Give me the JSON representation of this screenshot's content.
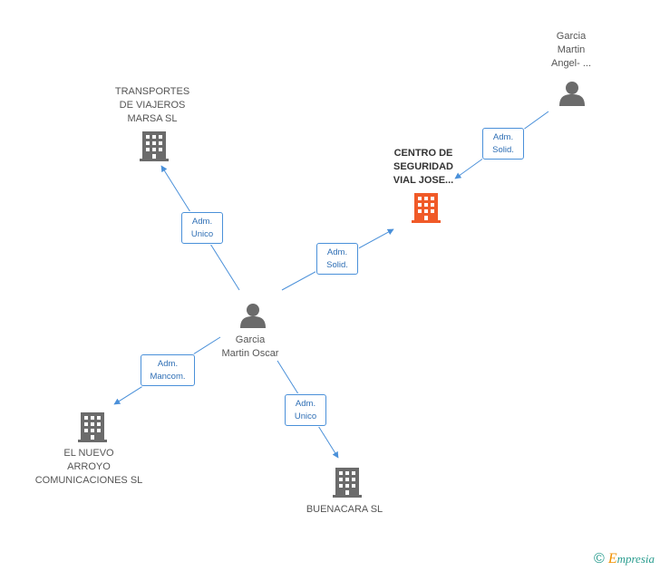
{
  "nodes": {
    "focus": {
      "lines": [
        "CENTRO DE",
        "SEGURIDAD",
        "VIAL JOSE..."
      ]
    },
    "transportes": {
      "lines": [
        "TRANSPORTES",
        "DE VIAJEROS",
        "MARSA SL"
      ]
    },
    "angel": {
      "lines": [
        "Garcia",
        "Martin",
        "Angel- ..."
      ]
    },
    "oscar": {
      "lines": [
        "Garcia",
        "Martin Oscar"
      ]
    },
    "nuevo": {
      "lines": [
        "EL NUEVO",
        "ARROYO",
        "COMUNICACIONES SL"
      ]
    },
    "buenacara": {
      "lines": [
        "BUENACARA  SL"
      ]
    }
  },
  "edges": {
    "angel_focus": {
      "line1": "Adm.",
      "line2": "Solid."
    },
    "oscar_transportes": {
      "line1": "Adm.",
      "line2": "Unico"
    },
    "oscar_focus": {
      "line1": "Adm.",
      "line2": "Solid."
    },
    "oscar_nuevo": {
      "line1": "Adm.",
      "line2": "Mancom."
    },
    "oscar_buenacara": {
      "line1": "Adm.",
      "line2": "Unico"
    }
  },
  "footer": {
    "copyright": "©",
    "brand_initial": "E",
    "brand_rest": "mpresia"
  },
  "colors": {
    "edge": "#4a90d9",
    "building": "#6b6b6b",
    "focus_building": "#f05a28",
    "person": "#6b6b6b"
  }
}
